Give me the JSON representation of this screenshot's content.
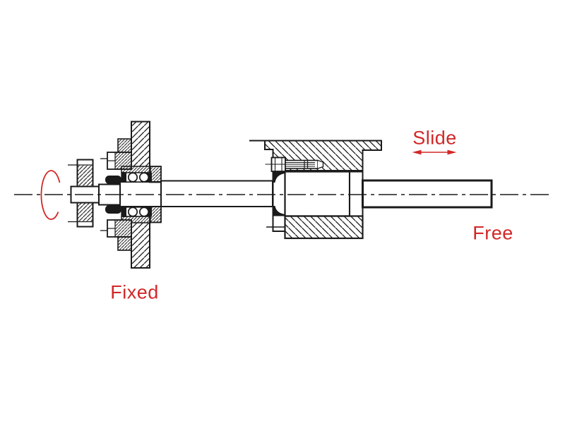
{
  "labels": {
    "fixed": "Fixed",
    "slide": "Slide",
    "free": "Free"
  },
  "colors": {
    "accent": "#d22828",
    "line": "#1a1a1a",
    "background": "#ffffff"
  },
  "icons": {
    "rotation": "rotation-arrow",
    "slide": "slide-double-arrow"
  }
}
